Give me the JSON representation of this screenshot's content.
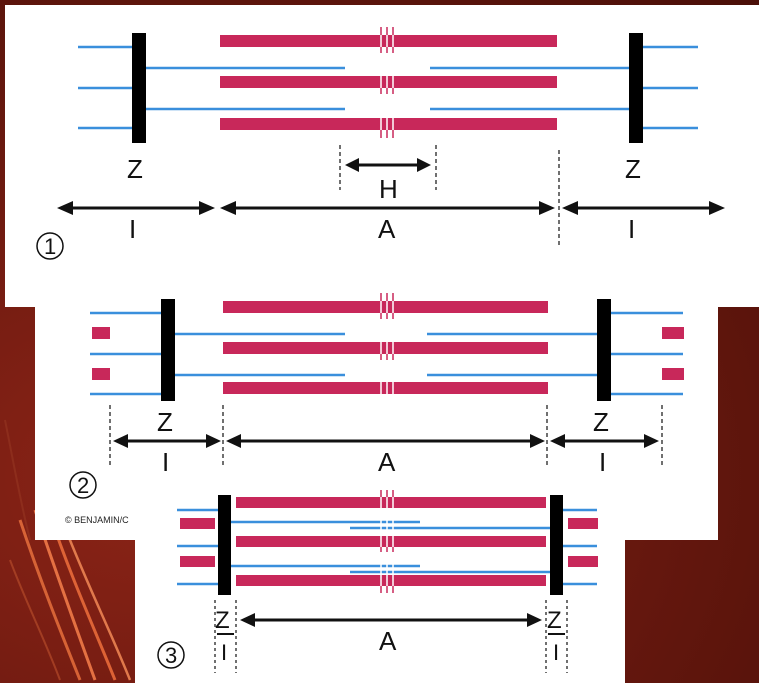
{
  "panel1": {
    "step": "1",
    "z_left": "Z",
    "z_right": "Z",
    "h_label": "H",
    "i_left": "I",
    "a_label": "A",
    "i_right": "I"
  },
  "panel2": {
    "step": "2",
    "z_left": "Z",
    "z_right": "Z",
    "i_left": "I",
    "a_label": "A",
    "i_right": "I",
    "copyright": "© BENJAMIN/C"
  },
  "panel3": {
    "step": "3",
    "z_left": "Z",
    "z_right": "Z",
    "i_left": "I",
    "a_label": "A",
    "i_right": "I"
  },
  "colors": {
    "thick_filament": "#c8285a",
    "thin_filament": "#3a8fdc",
    "z_disc": "#000000",
    "background": "#7a1d12"
  }
}
